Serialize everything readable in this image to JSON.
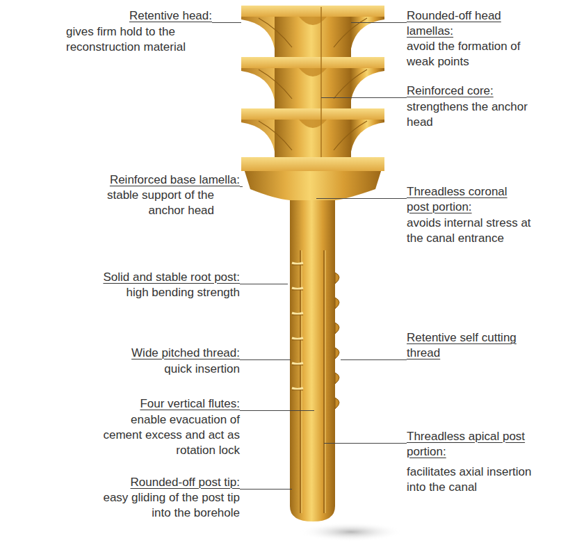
{
  "diagram": {
    "labels": [
      "Retentive head:",
      "gives firm hold to the reconstruction material",
      "Rounded-off head lamellas:",
      "avoid the formation of weak points",
      "Reinforced core:",
      "strengthens the anchor head",
      "Reinforced base lamella:",
      "stable support of the anchor head",
      "Threadless coronal post portion:",
      "avoids internal stress at the canal entrance",
      "Solid and stable root post:",
      "high bending strength",
      "Retentive self cutting thread",
      "Wide pitched thread:",
      "quick insertion",
      "Four vertical flutes:",
      "enable evacuation of cement excess and act as rotation lock",
      "Threadless apical post portion:",
      "facilitates axial insertion into the canal",
      "Rounded-off post tip:",
      "easy gliding of the post tip into the borehole"
    ]
  }
}
